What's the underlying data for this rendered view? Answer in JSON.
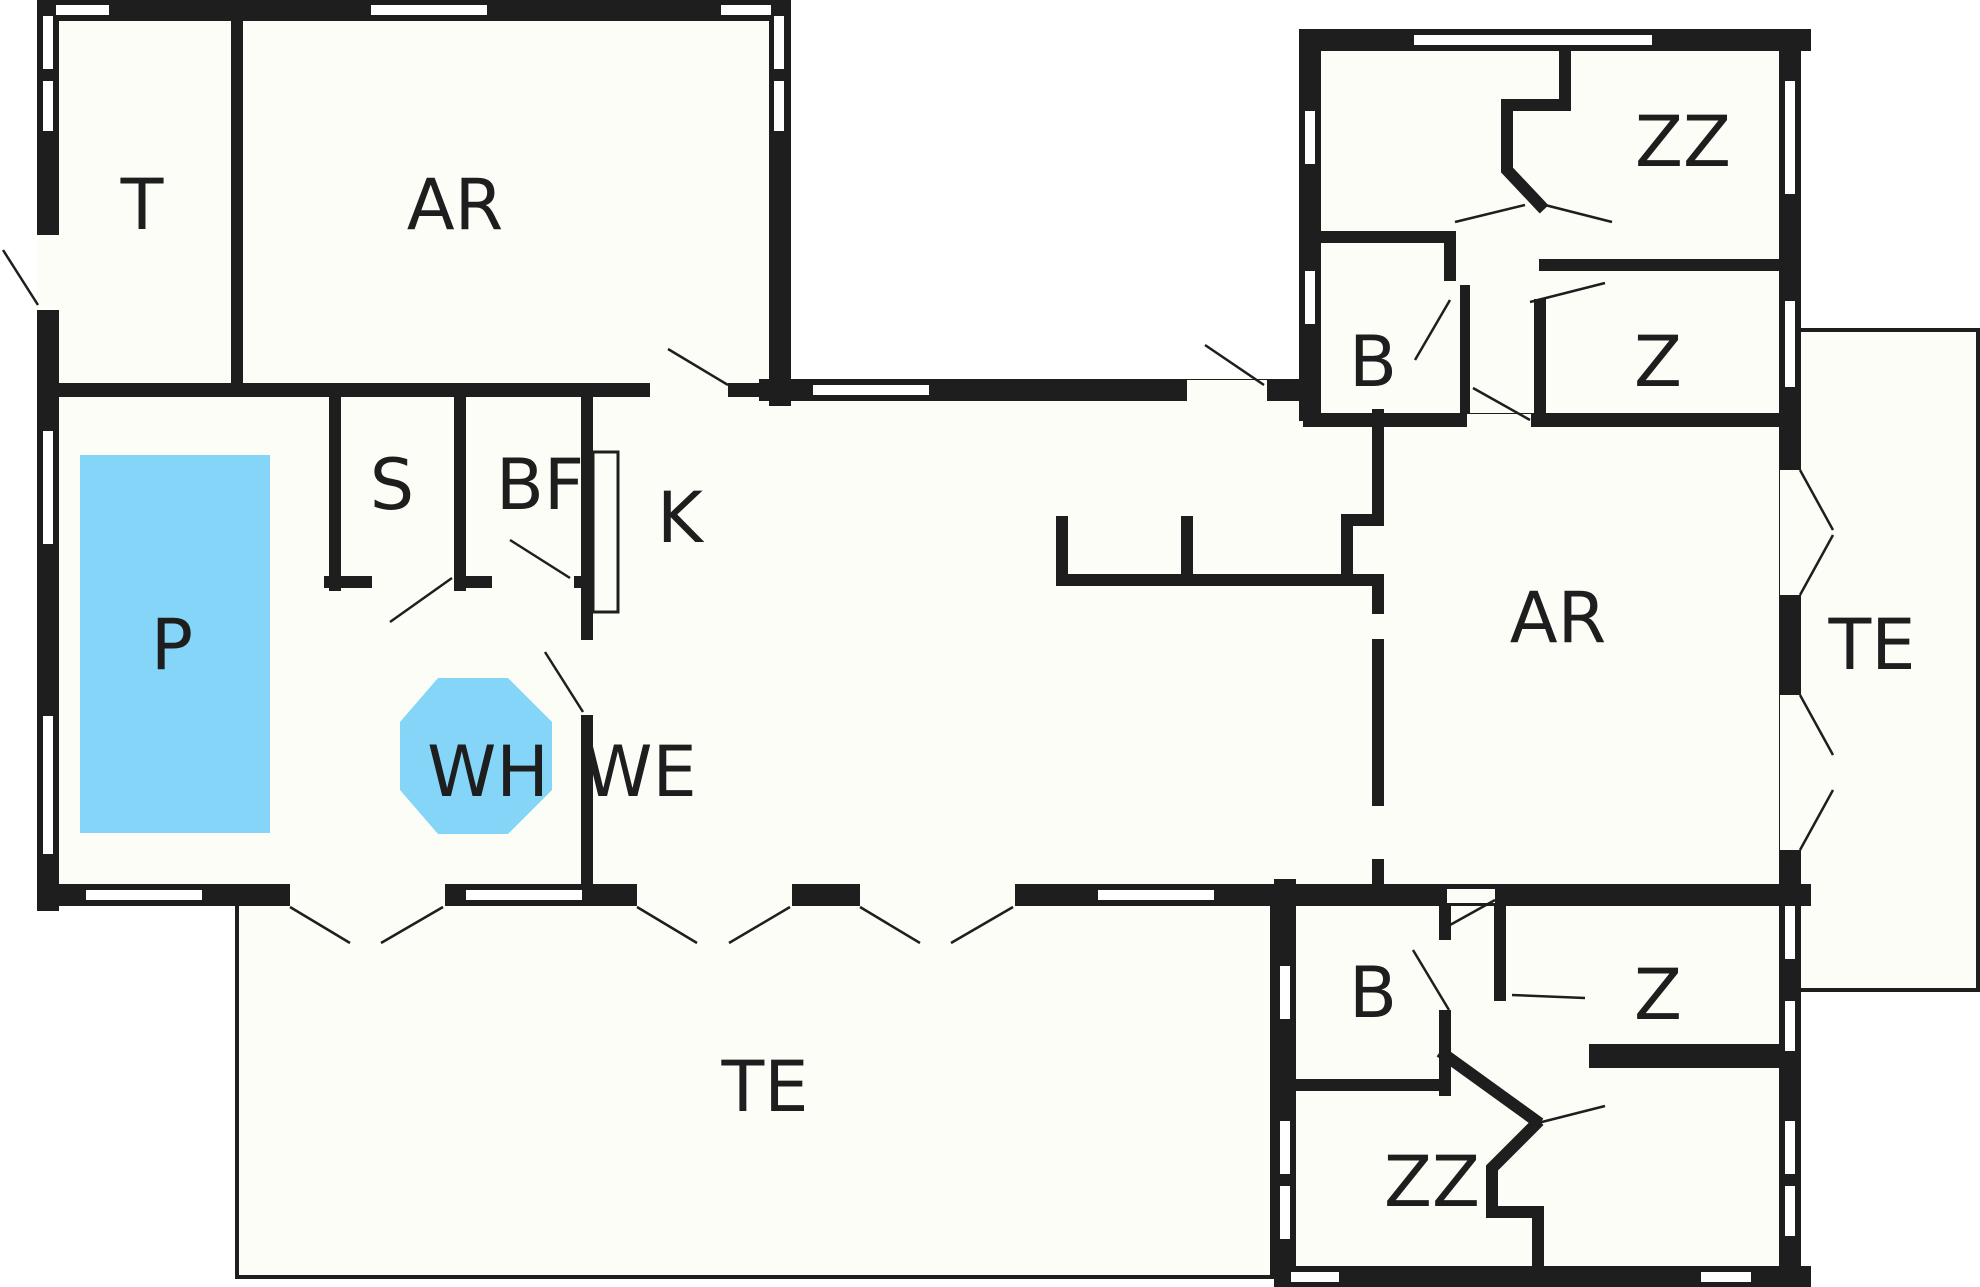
{
  "colors": {
    "wall": "#1e1e1e",
    "floor": "#fdfdf8",
    "pool": "#84d5f7",
    "whirlpool": "#84d5f7"
  },
  "labels": {
    "terrace_left_top": "T",
    "living_left_top": "AR",
    "sauna": "S",
    "shower": "BF",
    "kitchen": "K",
    "pool": "P",
    "whirlpool": "WH",
    "toilet": "WE",
    "living_right": "AR",
    "terrace_right": "TE",
    "terrace_bottom": "TE",
    "bedroom_double_top": "ZZ",
    "bedroom_single_top": "Z",
    "bath_top": "B",
    "bath_bottom": "B",
    "bedroom_single_bottom": "Z",
    "bedroom_double_bottom": "ZZ"
  }
}
